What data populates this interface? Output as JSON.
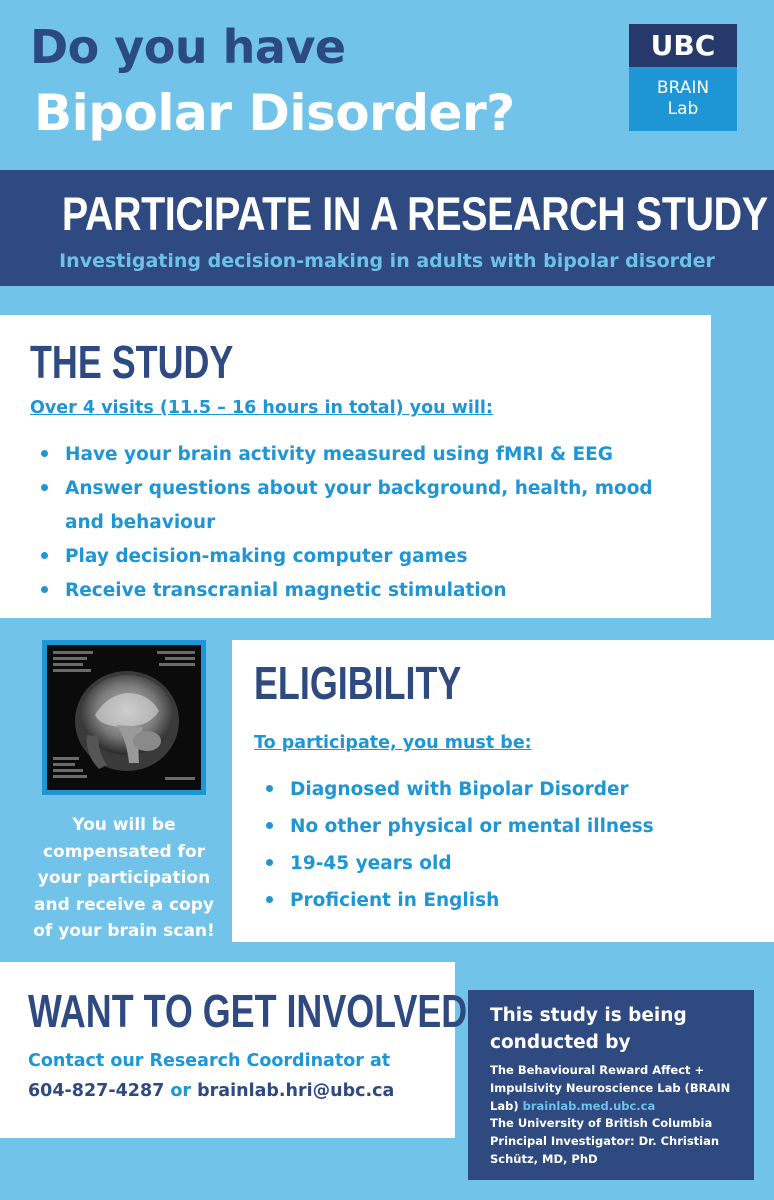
{
  "header": {
    "headline_line1": "Do you have",
    "headline_line2": "Bipolar Disorder?",
    "logo": {
      "top": "UBC",
      "bottom_line1": "BRAIN",
      "bottom_line2": "Lab"
    }
  },
  "banner": {
    "title": "PARTICIPATE IN A RESEARCH STUDY",
    "subtitle": "Investigating decision-making in adults with bipolar disorder"
  },
  "study": {
    "title": "THE STUDY",
    "subheading": "Over 4 visits (11.5 – 16 hours in total) you will:",
    "items": [
      "Have your brain activity measured using fMRI & EEG",
      "Answer questions about your background, health, mood and behaviour",
      "Play decision-making computer games",
      "Receive transcranial magnetic stimulation"
    ]
  },
  "compensation": "You will be compensated for your participation and receive a copy of your brain scan!",
  "eligibility": {
    "title": "ELIGIBILITY",
    "subheading": "To participate, you must be:",
    "items": [
      "Diagnosed with Bipolar Disorder",
      "No other physical or mental illness",
      "19-45 years old",
      "Proficient in English"
    ]
  },
  "contact": {
    "title": "WANT TO GET INVOLVED?",
    "line1": "Contact our Research Coordinator at",
    "phone": "604-827-4287",
    "or_text": "or",
    "email": "brainlab.hri@ubc.ca"
  },
  "conducted_by": {
    "title": "This study is being conducted by",
    "lab_name": "The Behavioural Reward Affect + Impulsivity Neuroscience Lab (BRAIN Lab)",
    "lab_url": "brainlab.med.ubc.ca",
    "university": "The University of British Columbia",
    "investigator": "Principal Investigator: Dr. Christian Schütz, MD, PhD"
  },
  "colors": {
    "background": "#72c3ea",
    "navy": "#2e4a80",
    "accent_blue": "#1e96d6",
    "light_blue": "#6dc1ea",
    "white": "#ffffff"
  }
}
